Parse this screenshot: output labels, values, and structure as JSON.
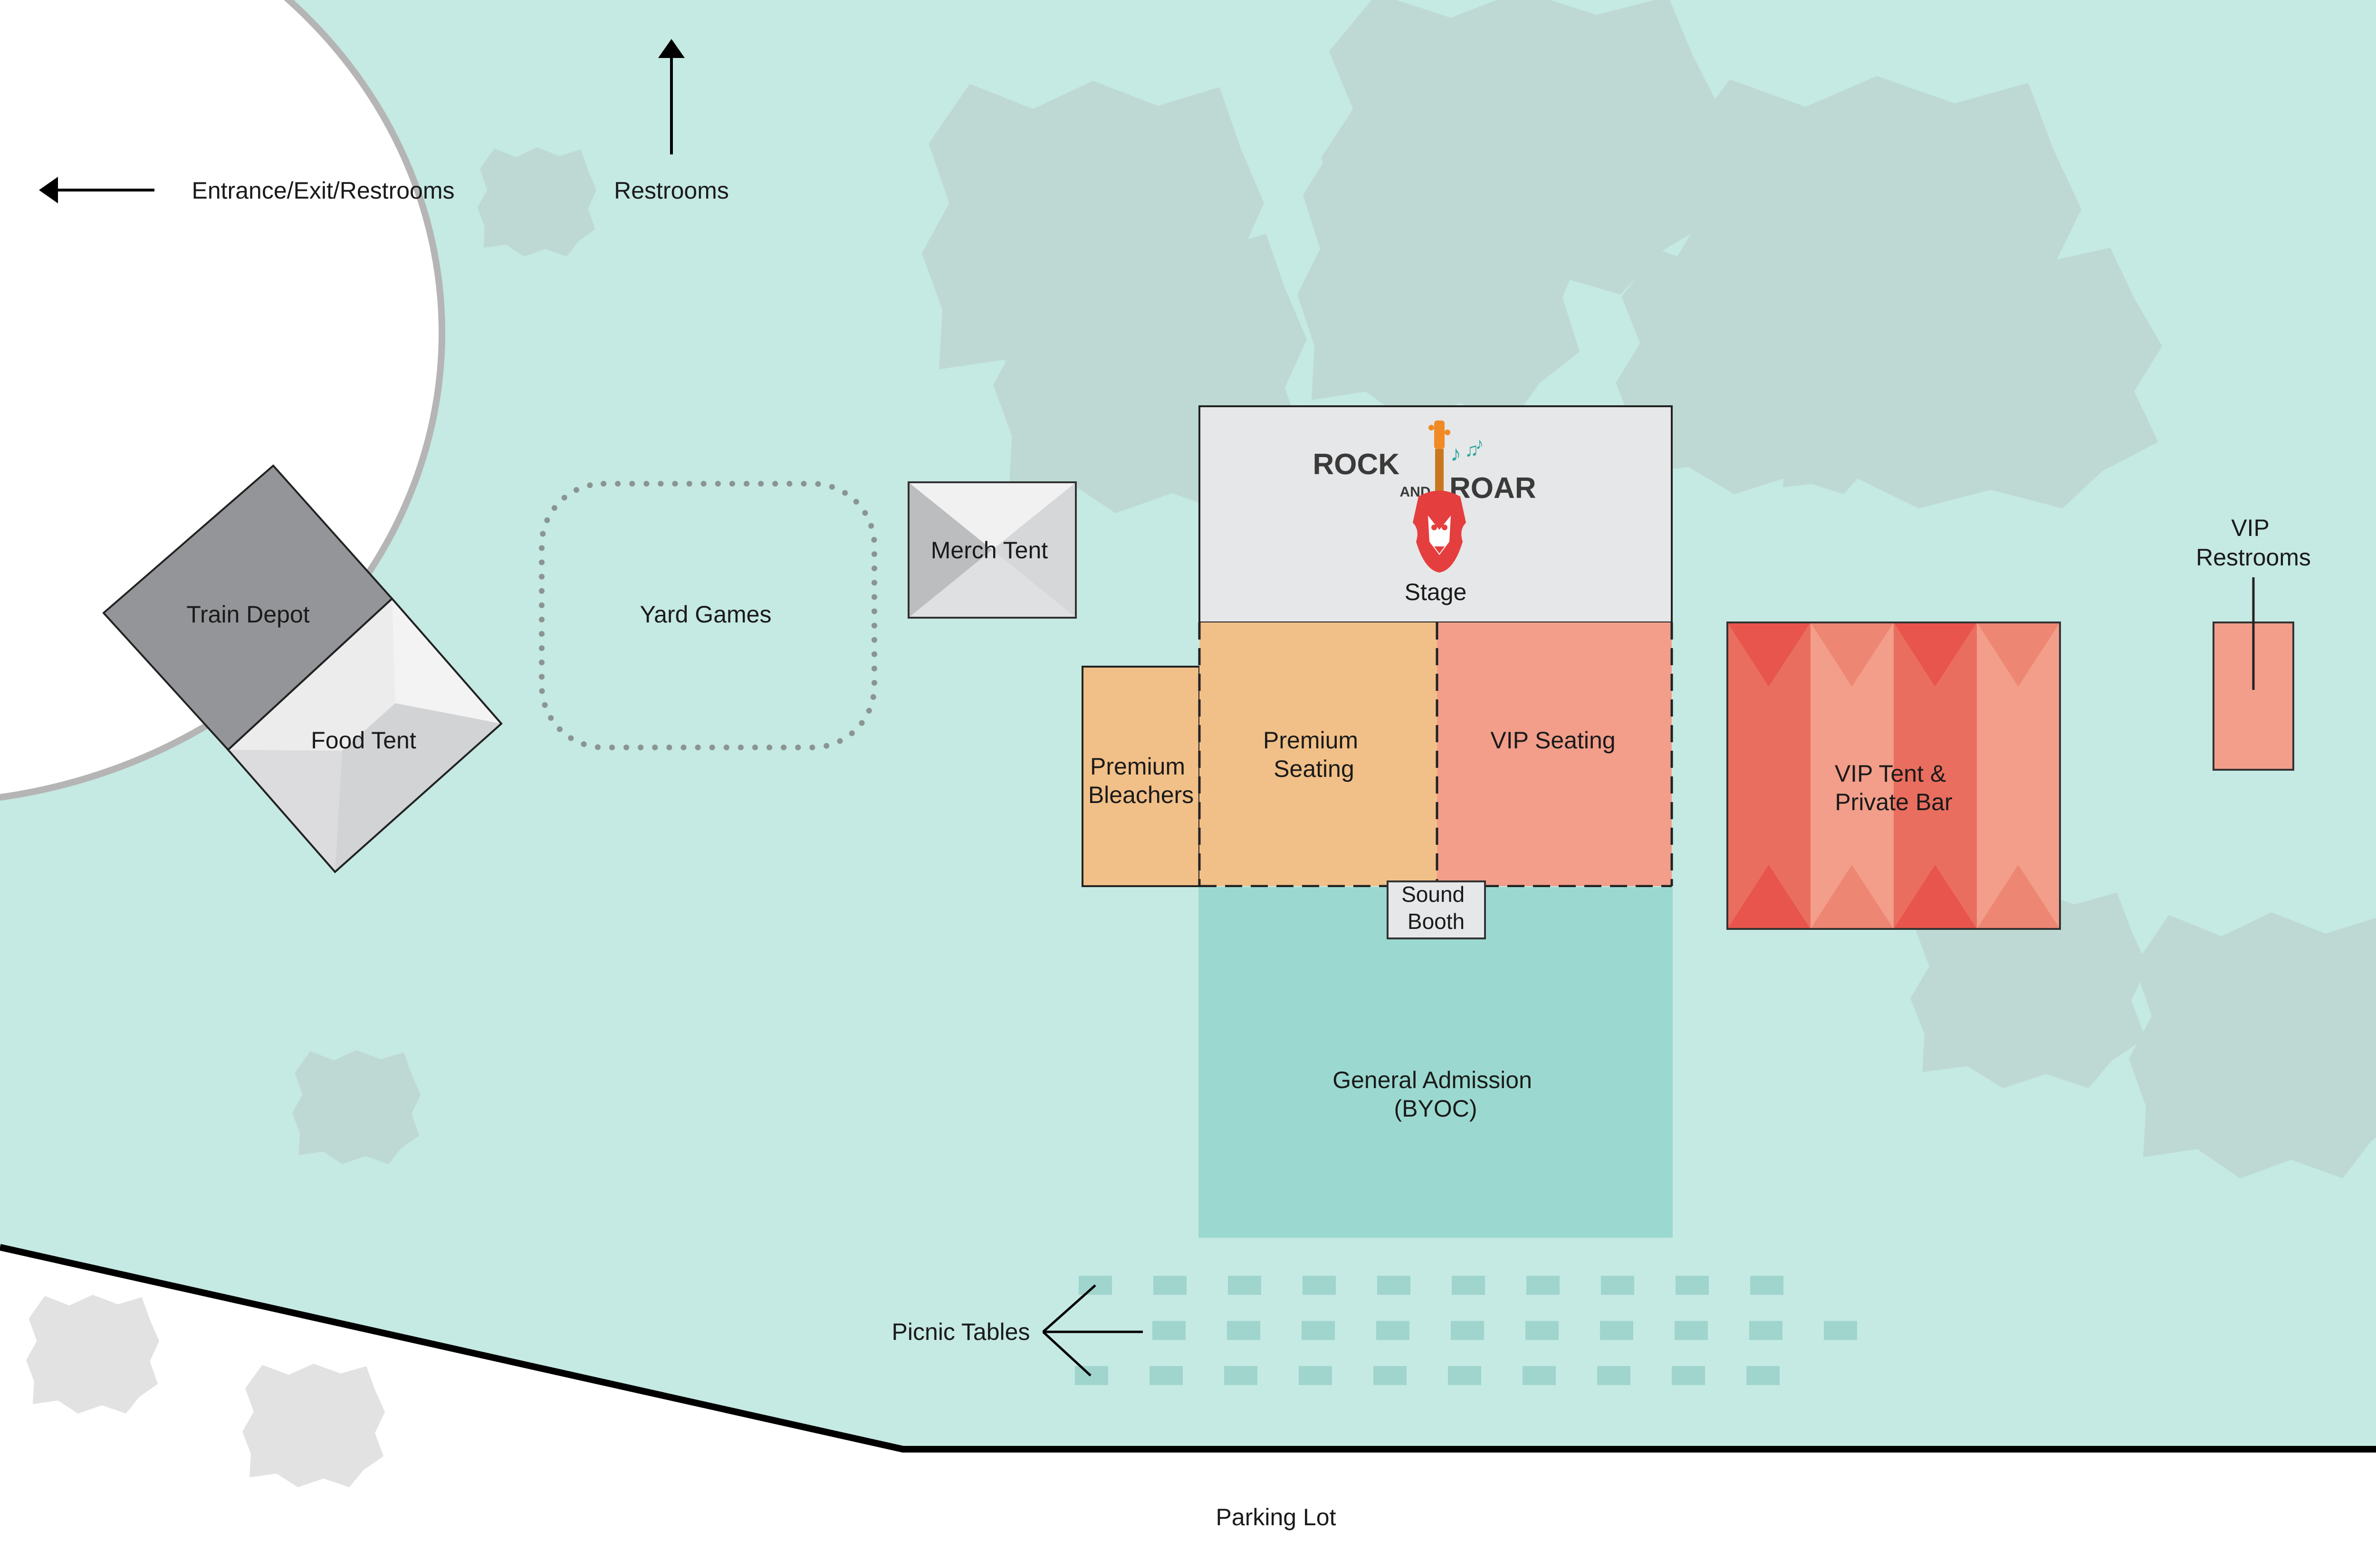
{
  "colors": {
    "grass": "#c5e9e3",
    "tree": "#bed9d4",
    "tree_outside": "#e2e2e2",
    "general_admission": "#9bd9d0",
    "premium": "#f1c088",
    "vip": "#f29e8a",
    "vip_tent_dark": "#ea6e5f",
    "vip_tent_darker": "#e8554c",
    "stage": "#e6e7e8",
    "train_depot": "#939598",
    "picnic_table": "#9fd5cd",
    "yard_games_dots": "#8a9592",
    "boundary_line": "#000000",
    "plaza_outline": "#b5b5b5",
    "logo_red": "#e53e3e",
    "logo_orange": "#f08a24",
    "logo_teal": "#2aa6a0"
  },
  "labels": {
    "entrance": "Entrance/Exit/Restrooms",
    "restrooms": "Restrooms",
    "train_depot": "Train Depot",
    "food_tent": "Food Tent",
    "yard_games": "Yard Games",
    "merch_tent": "Merch Tent",
    "stage": "Stage",
    "premium_bleachers": [
      "Premium",
      "Bleachers"
    ],
    "premium_seating": [
      "Premium",
      "Seating"
    ],
    "vip_seating": "VIP Seating",
    "sound_booth": [
      "Sound",
      "Booth"
    ],
    "general_admission": [
      "General Admission",
      "(BYOC)"
    ],
    "vip_tent": [
      "VIP Tent &",
      "Private Bar"
    ],
    "vip_restrooms": [
      "VIP",
      "Restrooms"
    ],
    "picnic_tables": "Picnic Tables",
    "parking_lot": "Parking Lot"
  },
  "logo": {
    "word_rock": "ROCK",
    "word_and": "AND",
    "word_roar": "ROAR"
  },
  "icons": {
    "entrance_arrow": "arrow-left-icon",
    "restrooms_arrow": "arrow-up-icon",
    "logo_mascot": "lion-guitar-icon"
  }
}
